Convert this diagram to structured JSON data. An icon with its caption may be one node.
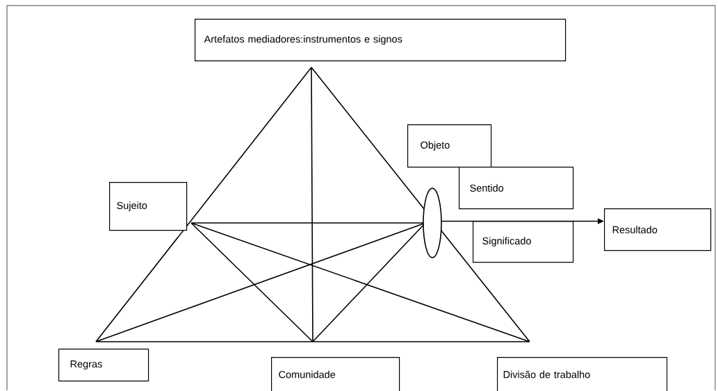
{
  "diagram": {
    "nodes": [
      {
        "text": [
          "Artefatos mediadores:instrumentos e signos"
        ]
      },
      {
        "text": [
          "Objeto"
        ]
      },
      {
        "text": [
          "Sentido"
        ]
      },
      {
        "text": [
          "Sujeito"
        ]
      },
      {
        "text": [
          "Significado"
        ]
      },
      {
        "text": [
          "Resultado"
        ]
      },
      {
        "text": [
          "Regras"
        ]
      },
      {
        "text": [
          "Comunidade"
        ]
      },
      {
        "text": [
          "Divisão de trabalho"
        ]
      },
      {
        "text": [],
        "shape": "ellipse"
      }
    ],
    "edges": [
      {
        "from": 9,
        "to": 5,
        "arrow": "to"
      }
    ]
  }
}
